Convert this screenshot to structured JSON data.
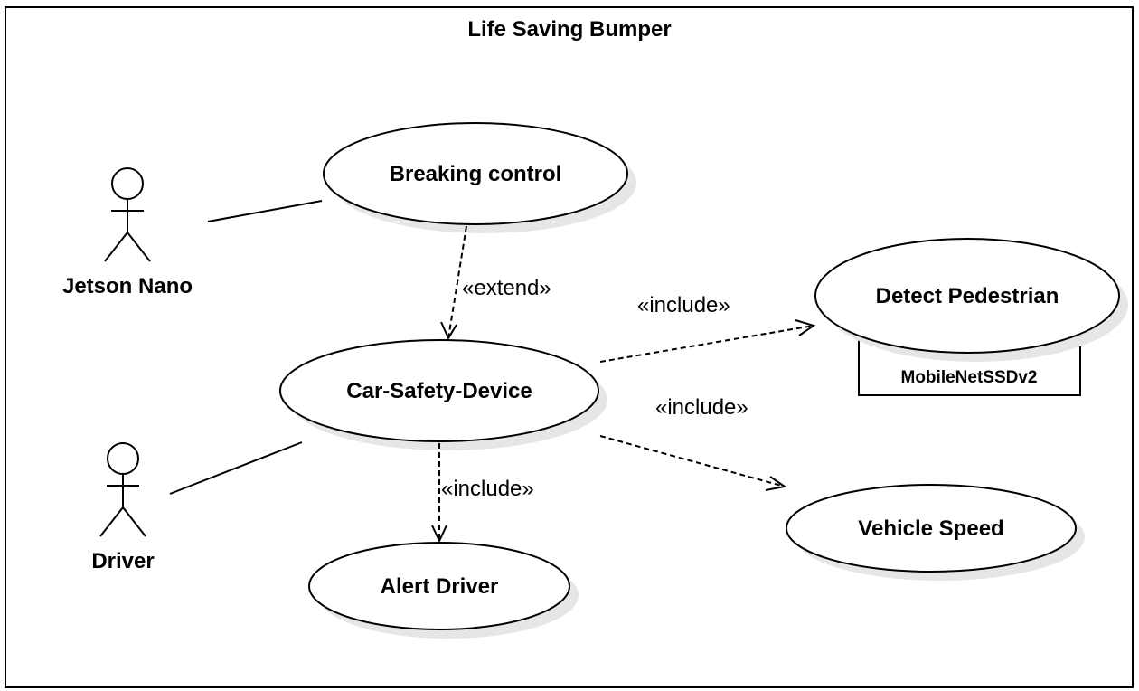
{
  "diagram": {
    "title": "Life Saving Bumper",
    "actors": {
      "jetson": "Jetson Nano",
      "driver": "Driver"
    },
    "use_cases": {
      "breaking": "Breaking control",
      "car_safety": "Car-Safety-Device",
      "detect": "Detect Pedestrian",
      "vehicle": "Vehicle Speed",
      "alert": "Alert Driver"
    },
    "component": "MobileNetSSDv2",
    "relations": {
      "extend": "«extend»",
      "include_detect": "«include»",
      "include_vehicle": "«include»",
      "include_alert": "«include»"
    }
  }
}
